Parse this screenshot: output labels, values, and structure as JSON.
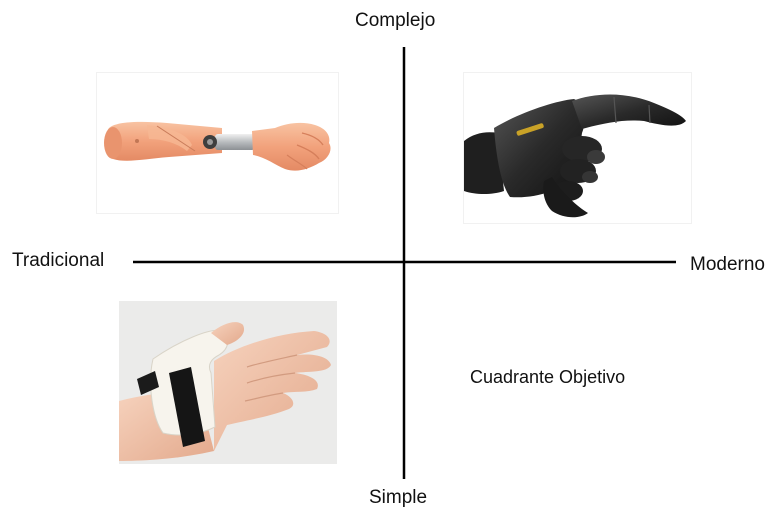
{
  "axes": {
    "top_label": "Complejo",
    "bottom_label": "Simple",
    "left_label": "Tradicional",
    "right_label": "Moderno",
    "line_color": "#000000"
  },
  "quadrants": {
    "top_left": {
      "image": "traditional-prosthetic-arm",
      "tone": "#f4a47e"
    },
    "top_right": {
      "image": "robotic-bionic-hand",
      "tone": "#2a2a2a"
    },
    "bottom_left": {
      "image": "thumb-splint-orthosis",
      "tone": "#f4f1ea"
    },
    "bottom_right": {
      "text": "Cuadrante Objetivo"
    }
  }
}
